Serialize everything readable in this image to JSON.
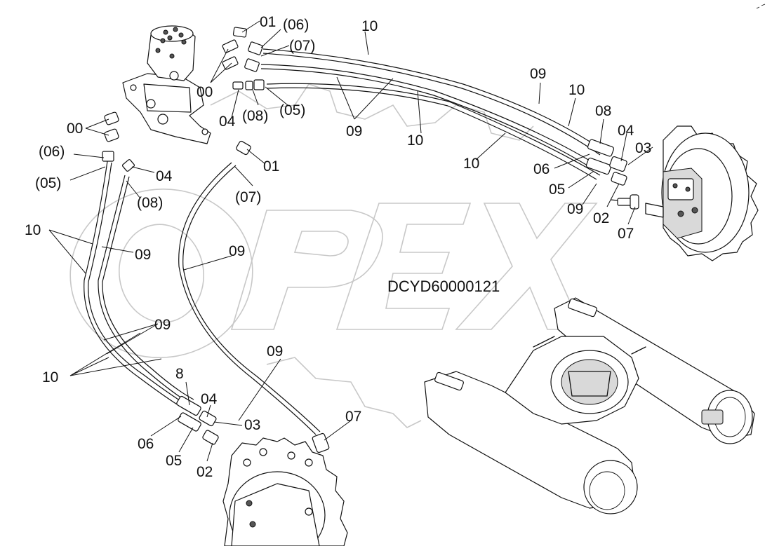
{
  "drawing_code": "DCYD60000121",
  "watermark_text": "OPEX",
  "labels": {
    "l_01_a": "01",
    "l_06_a": "(06)",
    "l_07_a": "(07)",
    "l_00_a": "00",
    "l_10_a": "10",
    "l_08_a": "(08)",
    "l_05_a": "(05)",
    "l_04_a": "04",
    "l_00_b": "00",
    "l_09_a": "09",
    "l_10_b": "10",
    "l_06_b": "(06)",
    "l_05_b": "(05)",
    "l_04_b": "04",
    "l_08_b": "(08)",
    "l_01_b": "01",
    "l_07_b": "(07)",
    "l_10_c": "10",
    "l_09_b": "09",
    "l_09_c": "09",
    "l_09_d": "09",
    "l_10_d": "10",
    "l_09_e": "09",
    "l_08_c": "08",
    "l_04_c": "04",
    "l_03_a": "03",
    "l_06_c": "06",
    "l_05_c": "05",
    "l_02_a": "02",
    "l_07_c": "07",
    "l_09_f": "09",
    "l_10_e": "10",
    "l_08_d": "8",
    "l_04_d": "04",
    "l_03_b": "03",
    "l_06_d": "06",
    "l_05_d": "05",
    "l_09_g": "09",
    "l_02_b": "02",
    "l_07_d": "07",
    "l_10_f": "10",
    "l_09_h": "09"
  }
}
